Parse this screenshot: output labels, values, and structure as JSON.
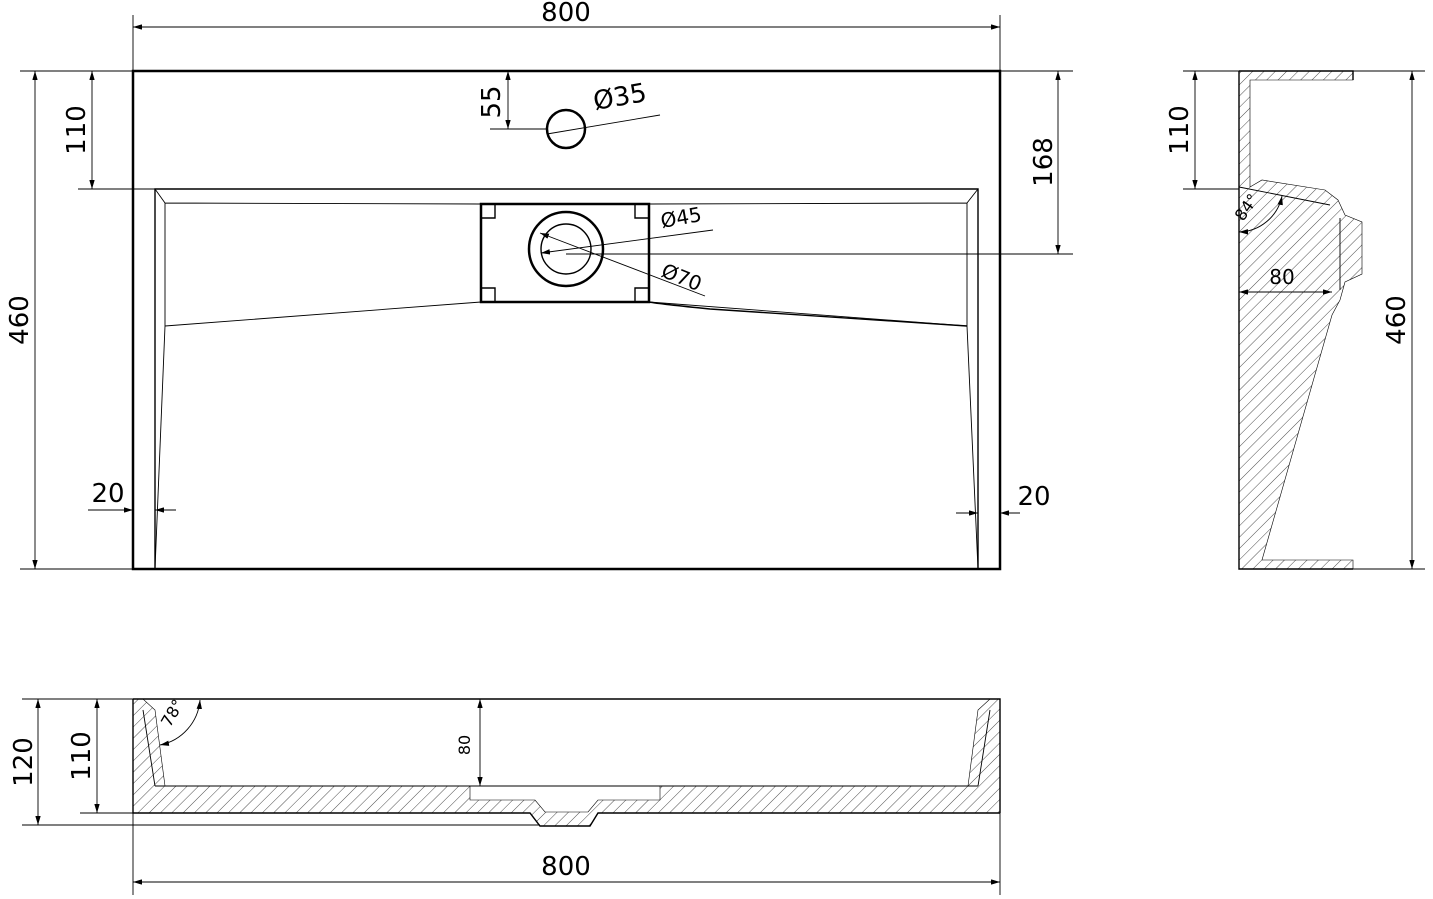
{
  "top_view": {
    "width_label": "800",
    "height_label": "460",
    "rim_depth_label": "110",
    "tap_offset_label": "55",
    "tap_hole_label": "Ø35",
    "drain_offset_label": "168",
    "drain_inner_label": "Ø45",
    "drain_outer_label": "Ø70",
    "wall_left_label": "20",
    "wall_right_label": "20"
  },
  "side_view": {
    "rim_depth_label": "110",
    "angle_label": "84°",
    "depth_label": "80",
    "height_label": "460"
  },
  "front_view": {
    "total_height_label": "120",
    "body_height_label": "110",
    "angle_label": "78°",
    "depth_label": "80",
    "width_label": "800"
  }
}
